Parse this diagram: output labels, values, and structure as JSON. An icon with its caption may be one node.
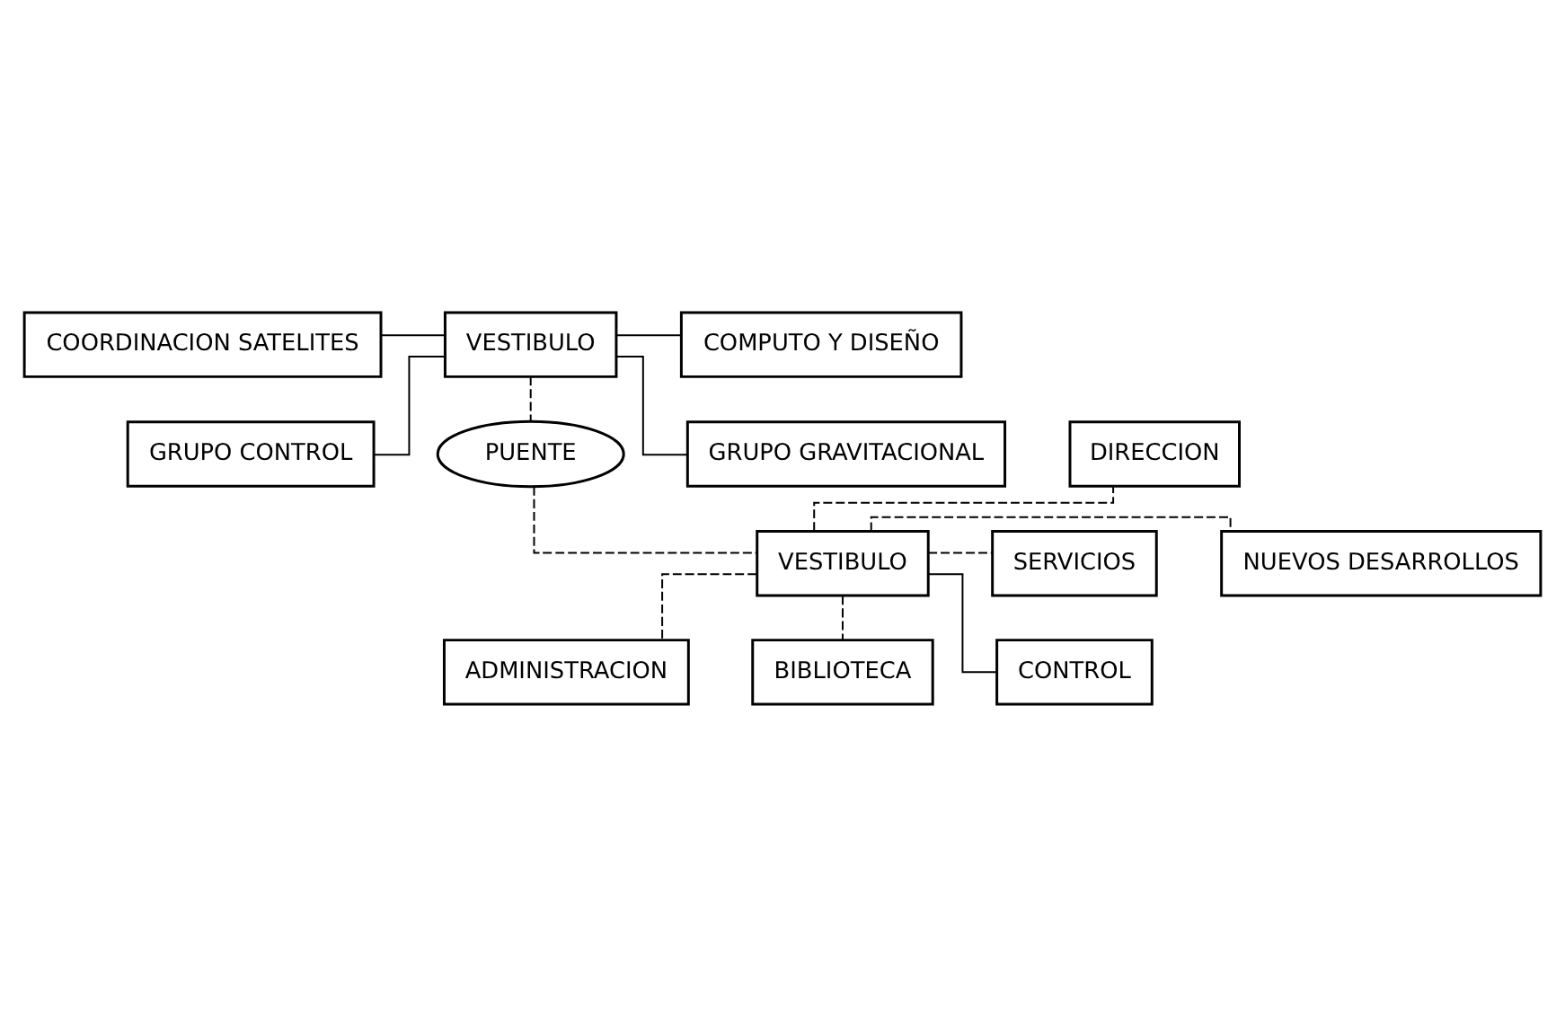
{
  "diagram": {
    "nodes": [
      {
        "text": [
          "COORDINACION SATELITES"
        ]
      },
      {
        "text": [
          "VESTIBULO"
        ]
      },
      {
        "text": [
          "COMPUTO Y DISEÑO"
        ]
      },
      {
        "text": [
          "GRUPO CONTROL"
        ]
      },
      {
        "text": [
          "DIRECCION"
        ]
      },
      {
        "text": [
          "PUENTE"
        ]
      },
      {
        "text": [
          "ADMINISTRACION"
        ]
      },
      {
        "text": [
          "GRUPO GRAVITACIONAL"
        ]
      },
      {
        "text": [
          "NUEVOS DESARROLLOS"
        ]
      },
      {
        "text": [
          "VESTIBULO"
        ]
      },
      {
        "text": [
          "SERVICIOS"
        ]
      },
      {
        "text": [
          "BIBLIOTECA"
        ]
      },
      {
        "text": [
          "CONTROL"
        ]
      }
    ],
    "edges": [
      {
        "from": 0,
        "to": 1,
        "arrow": "none"
      },
      {
        "from": 1,
        "to": 2,
        "arrow": "none"
      },
      {
        "from": 1,
        "to": 3,
        "arrow": "none"
      },
      {
        "from": 1,
        "to": 7,
        "arrow": "none"
      },
      {
        "from": 1,
        "to": 5,
        "arrow": "none",
        "style": "dashed"
      },
      {
        "from": 5,
        "to": 9,
        "arrow": "none",
        "style": "dashed"
      },
      {
        "from": 9,
        "to": 10,
        "arrow": "none",
        "style": "dashed"
      },
      {
        "from": 9,
        "to": 12,
        "arrow": "none"
      },
      {
        "from": 9,
        "to": 4,
        "arrow": "none",
        "style": "dashed"
      },
      {
        "from": 9,
        "to": 6,
        "arrow": "none",
        "style": "dashed"
      },
      {
        "from": 9,
        "to": 8,
        "arrow": "none",
        "style": "dashed"
      },
      {
        "from": 9,
        "to": 11,
        "arrow": "none",
        "style": "dashed"
      }
    ]
  }
}
